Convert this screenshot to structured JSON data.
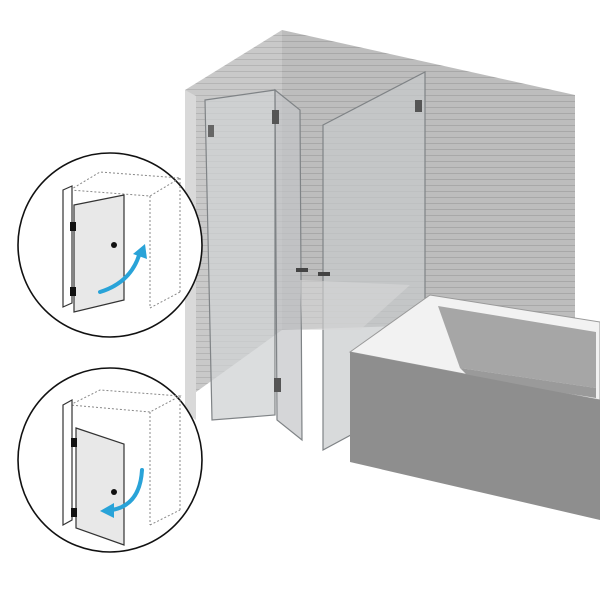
{
  "illustration": {
    "subject": "shower-enclosure-with-bathtub",
    "colors": {
      "wall": "#b9b9b9",
      "wall_dark": "#a7a7a7",
      "wall_line": "#9d9d9d",
      "tub_side": "#8e8e8e",
      "tub_top": "#f4f4f4",
      "tub_inner": "#a9a9a9",
      "glass": "#c7c9cb",
      "glass_edge": "#7f8386",
      "hardware": "#222222",
      "arrow": "#29a3d8",
      "callout_border": "#111111"
    },
    "callouts": [
      {
        "name": "door-opens-inward",
        "arrow_icon": "curved-arrow-up-icon"
      },
      {
        "name": "door-opens-outward",
        "arrow_icon": "curved-arrow-down-icon"
      }
    ]
  }
}
